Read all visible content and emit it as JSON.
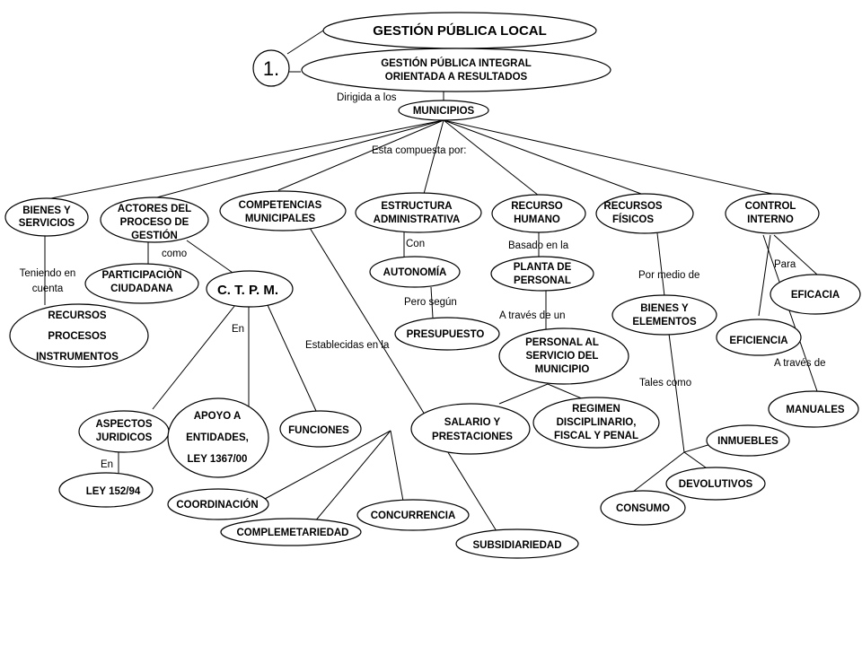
{
  "title": "GESTIÓN PÚBLICA LOCAL",
  "number": "1.",
  "nodes": {
    "gpi": [
      "GESTIÓN PÚBLICA INTEGRAL",
      "ORIENTADA  A RESULTADOS"
    ],
    "municipios": [
      "MUNICIPIOS"
    ],
    "bienes": [
      "BIENES Y",
      "SERVICIOS"
    ],
    "actores": [
      "ACTORES DEL",
      "PROCESO DE",
      "GESTIÓN"
    ],
    "competencias": [
      "COMPETENCIAS",
      "MUNICIPALES"
    ],
    "estructura": [
      "ESTRUCTURA",
      "ADMINISTRATIVA"
    ],
    "recurso_humano": [
      "RECURSO",
      "HUMANO"
    ],
    "recursos_fisicos": [
      "RECURSOS",
      "FÍSICOS"
    ],
    "control": [
      "CONTROL",
      "INTERNO"
    ],
    "participacion": [
      "PARTICIPACIÒN",
      "CIUDADANA"
    ],
    "ctpm": [
      "C. T. P. M."
    ],
    "recursos_proc": [
      "RECURSOS",
      "PROCESOS",
      "INSTRUMENTOS"
    ],
    "autonomia": [
      "AUTONOMÍA"
    ],
    "presupuesto": [
      "PRESUPUESTO"
    ],
    "planta": [
      "PLANTA DE",
      "PERSONAL"
    ],
    "personal_servicio": [
      "PERSONAL AL",
      "SERVICIO DEL",
      "MUNICIPIO"
    ],
    "salario": [
      "SALARIO Y",
      "PRESTACIONES"
    ],
    "regimen": [
      "REGIMEN",
      "DISCIPLINARIO,",
      "FISCAL Y PENAL"
    ],
    "bienes_elem": [
      "BIENES Y",
      "ELEMENTOS"
    ],
    "eficacia": [
      "EFICACIA"
    ],
    "eficiencia": [
      "EFICIENCIA"
    ],
    "manuales": [
      "MANUALES"
    ],
    "aspectos": [
      "ASPECTOS",
      "JURIDICOS"
    ],
    "apoyo": [
      "APOYO A",
      "ENTIDADES,",
      "LEY 1367/00"
    ],
    "funciones": [
      "FUNCIONES"
    ],
    "ley152": [
      "LEY 152/94"
    ],
    "coordinacion": [
      "COORDINACIÓN"
    ],
    "complementariedad": [
      "COMPLEMETARIEDAD"
    ],
    "concurrencia": [
      "CONCURRENCIA"
    ],
    "subsidiariedad": [
      "SUBSIDIARIEDAD"
    ],
    "inmuebles": [
      "INMUEBLES"
    ],
    "devolutivos": [
      "DEVOLUTIVOS"
    ],
    "consumo": [
      "CONSUMO"
    ]
  },
  "labels": {
    "dirigida": "Dirigida a los",
    "compuesta": "Esta compuesta por:",
    "como": "como",
    "teniendo": [
      "Teniendo  en",
      "cuenta"
    ],
    "en_ctpm": "En",
    "en_asp": "En",
    "establecidas": "Establecidas en la",
    "con": "Con",
    "pero": "Pero según",
    "basado": "Basado en la",
    "atraves_un": "A través de un",
    "por_medio": "Por medio de",
    "tales": "Tales  como",
    "para": "Para",
    "atraves_de": "A través de"
  }
}
